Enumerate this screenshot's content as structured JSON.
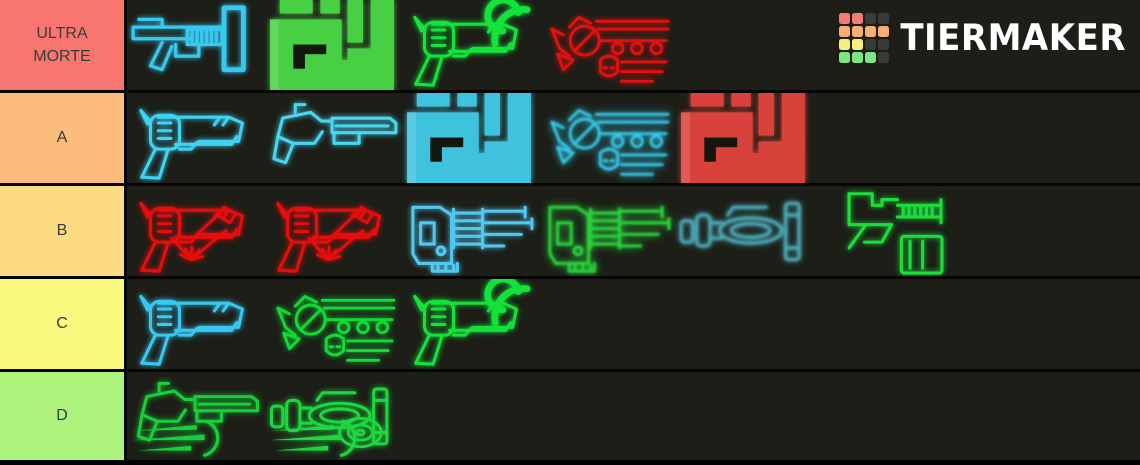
{
  "board": {
    "background": "#1c1e17",
    "separator_color": "#050505"
  },
  "logo": {
    "text": "TIERMAKER",
    "text_color": "#ffffff",
    "grid": [
      [
        "#f47b74",
        "#f47b74",
        "#3a3a3a",
        "#3a3a3a"
      ],
      [
        "#f5af72",
        "#f5af72",
        "#f5af72",
        "#f5af72"
      ],
      [
        "#f6f07a",
        "#f6f07a",
        "#3a3a3a",
        "#3a3a3a"
      ],
      [
        "#7ce682",
        "#7ce682",
        "#7ce682",
        "#3a3a3a"
      ]
    ]
  },
  "tiers": [
    {
      "label": "ULTRA MORTE",
      "color": "#f8766f",
      "text_color": "#3b3b3b",
      "items": [
        {
          "name": "cyan-pump-shotgun",
          "icon": "pump-shotgun",
          "color": "#38c9f1"
        },
        {
          "name": "green-pixel-fist",
          "icon": "pixel-fist",
          "color": "#47d043"
        },
        {
          "name": "green-signal-revolver",
          "icon": "revolver",
          "color": "#12e43c",
          "effects": [
            "signal-waves"
          ]
        },
        {
          "name": "red-heavy-pistol",
          "icon": "heavy-pistol",
          "color": "#e01111"
        }
      ]
    },
    {
      "label": "A",
      "color": "#fcbc7c",
      "text_color": "#3b3b3b",
      "items": [
        {
          "name": "cyan-revolver",
          "icon": "revolver",
          "color": "#3fd2f2"
        },
        {
          "name": "cyan-marksman-rifle",
          "icon": "marksman-rifle",
          "color": "#49d6f2"
        },
        {
          "name": "cyan-pixel-fist",
          "icon": "pixel-fist",
          "color": "#3ec2de"
        },
        {
          "name": "cyan-heavy-pistol",
          "icon": "heavy-pistol",
          "color": "#35c8e8",
          "style": "blur"
        },
        {
          "name": "red-pixel-fist",
          "icon": "pixel-fist",
          "color": "#d9423a"
        }
      ]
    },
    {
      "label": "B",
      "color": "#fcdb82",
      "text_color": "#3b3b3b",
      "items": [
        {
          "name": "red-spark-revolver",
          "icon": "revolver",
          "color": "#e60d0d",
          "effects": [
            "spark-burst"
          ]
        },
        {
          "name": "red-spark-pistol",
          "icon": "revolver",
          "color": "#e60d0d",
          "effects": [
            "spark-burst"
          ]
        },
        {
          "name": "cyan-tech-rifle",
          "icon": "tech-rifle",
          "color": "#52c7f0"
        },
        {
          "name": "green-tech-rifle",
          "icon": "tech-rifle",
          "color": "#2ad23c",
          "style": "blur"
        },
        {
          "name": "cyan-coil-launcher",
          "icon": "coil-launcher",
          "color": "#57c8dc",
          "style": "faded"
        },
        {
          "name": "green-auto-shotgun",
          "icon": "auto-shotgun",
          "color": "#1ade3c"
        }
      ]
    },
    {
      "label": "C",
      "color": "#faf97e",
      "text_color": "#3b3b3b",
      "items": [
        {
          "name": "cyan-pistol",
          "icon": "revolver",
          "color": "#38c8f2"
        },
        {
          "name": "green-heavy-pistol",
          "icon": "heavy-pistol",
          "color": "#12da36"
        },
        {
          "name": "green-signal-revolver",
          "icon": "revolver",
          "color": "#12e23a",
          "effects": [
            "signal-waves"
          ]
        }
      ]
    },
    {
      "label": "D",
      "color": "#aef37c",
      "text_color": "#3b3b3b",
      "items": [
        {
          "name": "green-dash-rifle",
          "icon": "marksman-rifle",
          "color": "#17cf3a",
          "effects": [
            "speed-lines"
          ]
        },
        {
          "name": "green-disc-launcher",
          "icon": "coil-launcher",
          "color": "#1dd73f",
          "effects": [
            "speed-lines",
            "disc"
          ]
        }
      ]
    }
  ]
}
